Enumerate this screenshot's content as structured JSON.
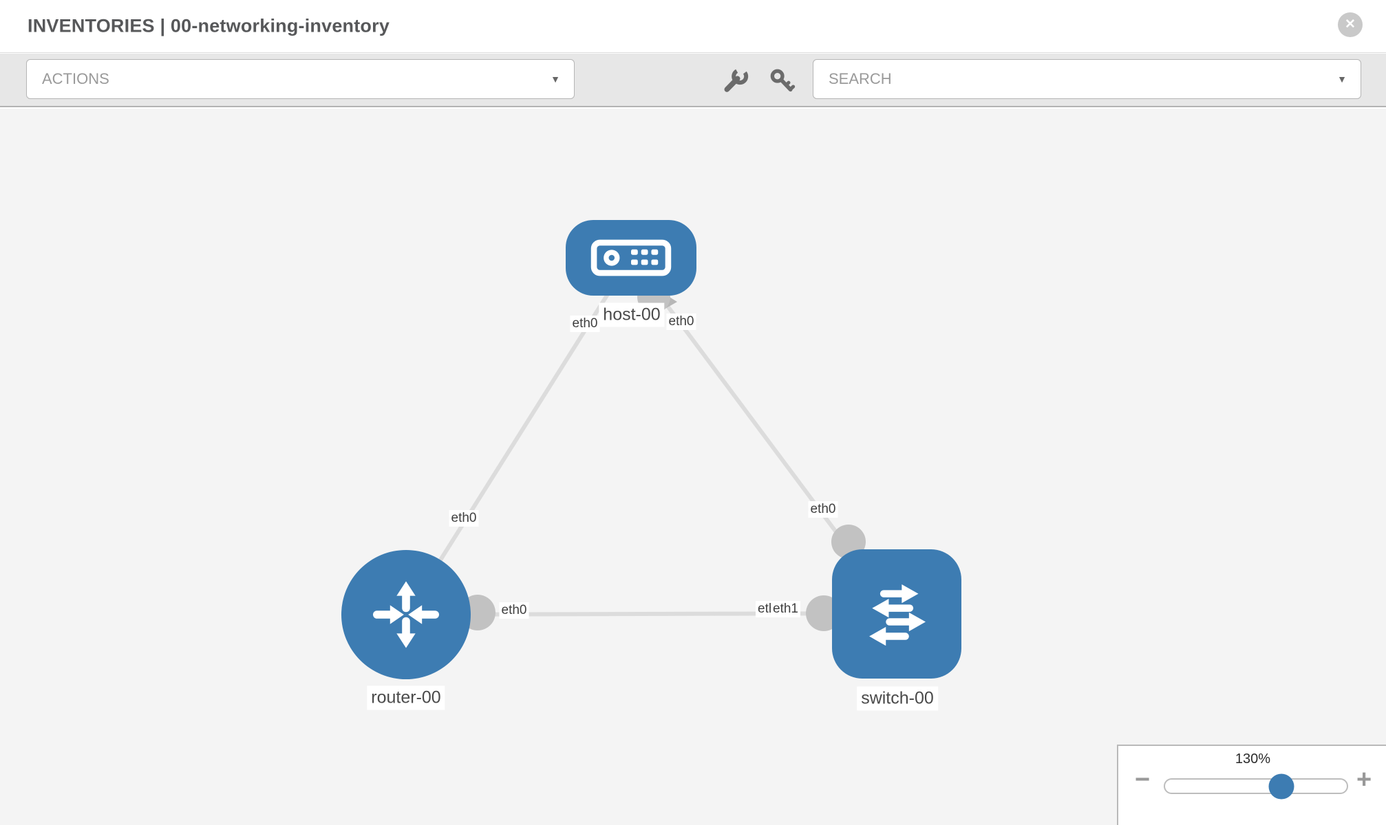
{
  "header": {
    "title": "INVENTORIES | 00-networking-inventory"
  },
  "toolbar": {
    "actions_label": "ACTIONS",
    "search_placeholder": "SEARCH"
  },
  "icons": {
    "caret": "▼",
    "close": "✕",
    "minus": "−",
    "plus": "+",
    "wrench": "wrench-icon",
    "key": "key-icon"
  },
  "colors": {
    "node_blue": "#3d7cb2",
    "link_gray": "#dcdcdc",
    "dot_gray": "#c2c2c2",
    "canvas_bg": "#f4f4f4"
  },
  "topology": {
    "nodes": [
      {
        "id": "host-00",
        "type": "host",
        "label": "host-00"
      },
      {
        "id": "router-00",
        "type": "router",
        "label": "router-00"
      },
      {
        "id": "switch-00",
        "type": "switch",
        "label": "switch-00"
      }
    ],
    "links": [
      {
        "from": "router-00",
        "to": "host-00",
        "from_interface": "eth0",
        "to_interface": "eth0"
      },
      {
        "from": "host-00",
        "to": "switch-00",
        "from_interface": "eth0",
        "to_interface": "eth0"
      },
      {
        "from": "router-00",
        "to": "switch-00",
        "from_interface": "eth0",
        "to_interface": "eth1"
      }
    ],
    "overlap_hidden_label": "eth0"
  },
  "zoom": {
    "level": "130%"
  }
}
